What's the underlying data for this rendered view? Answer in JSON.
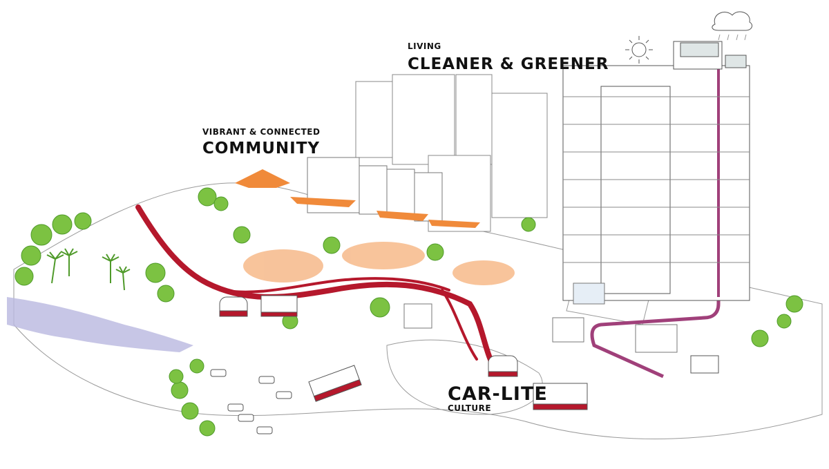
{
  "labels": {
    "living": {
      "small": "LIVING",
      "big": "CLEANER & GREENER"
    },
    "community": {
      "small": "VIBRANT & CONNECTED",
      "big": "COMMUNITY"
    },
    "carlite": {
      "big": "CAR-LITE",
      "small": "CULTURE"
    }
  },
  "colors": {
    "road_red": "#b5182c",
    "awning_orange": "#f08a3a",
    "plaza_orange": "#f5b07a",
    "tree_green": "#7cc242",
    "tree_dark": "#4f9a2a",
    "water_blue": "#b9b8e0",
    "pipe_magenta": "#a0407a",
    "line_gray": "#777777",
    "building_fill": "#ffffff"
  }
}
